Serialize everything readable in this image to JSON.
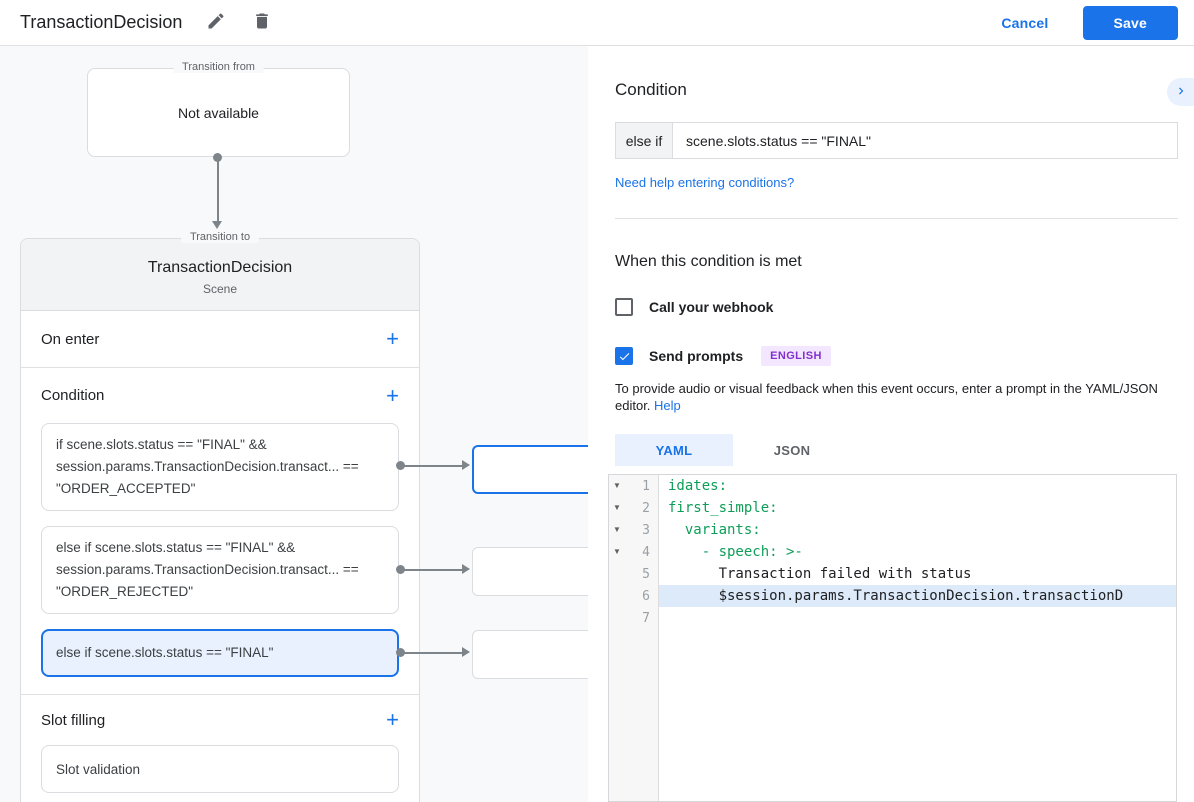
{
  "colors": {
    "accent": "#1a73e8",
    "selected_card_bg": "#e8f1fd",
    "badge_bg": "#f2e7fe",
    "badge_text": "#8430ce",
    "yaml_key_green": "#0f9d58",
    "highlight_line_bg": "#dceafa",
    "canvas_bg": "#f8f9fa"
  },
  "topbar": {
    "title": "TransactionDecision",
    "edit_icon": "pencil-icon",
    "delete_icon": "trash-icon",
    "cancel_label": "Cancel",
    "save_label": "Save"
  },
  "canvas": {
    "transition_from": {
      "label": "Transition from",
      "value": "Not available"
    },
    "transition_to": {
      "label": "Transition to",
      "title": "TransactionDecision",
      "subtitle": "Scene",
      "on_enter": {
        "label": "On enter",
        "add_label": "+"
      },
      "condition": {
        "label": "Condition",
        "add_label": "+",
        "cards": [
          {
            "text": "if scene.slots.status == \"FINAL\" && session.params.TransactionDecision.transact... == \"ORDER_ACCEPTED\"",
            "selected": false
          },
          {
            "text": "else if scene.slots.status == \"FINAL\" && session.params.TransactionDecision.transact... == \"ORDER_REJECTED\"",
            "selected": false
          },
          {
            "text": "else if scene.slots.status == \"FINAL\"",
            "selected": true
          }
        ]
      },
      "slot_filling": {
        "label": "Slot filling",
        "add_label": "+",
        "card": "Slot validation"
      }
    }
  },
  "panel": {
    "title": "Condition",
    "collapse_icon": "chevron-right-icon",
    "condition_row": {
      "prefix": "else if",
      "value": "scene.slots.status == \"FINAL\""
    },
    "help_link": "Need help entering conditions?",
    "when_title": "When this condition is met",
    "webhook": {
      "label": "Call your webhook",
      "checked": false
    },
    "send_prompts": {
      "label": "Send prompts",
      "badge": "ENGLISH",
      "checked": true
    },
    "description": "To provide audio or visual feedback when this event occurs, enter a prompt in the YAML/JSON editor. ",
    "description_link": "Help",
    "tabs": [
      {
        "label": "YAML",
        "active": true
      },
      {
        "label": "JSON",
        "active": false
      }
    ],
    "editor": {
      "lines": [
        {
          "n": "1",
          "fold": true,
          "hl": false,
          "cls": "key",
          "text": "idates:"
        },
        {
          "n": "2",
          "fold": true,
          "hl": false,
          "cls": "key",
          "text": "first_simple:"
        },
        {
          "n": "3",
          "fold": true,
          "hl": false,
          "cls": "key",
          "text": "  variants:"
        },
        {
          "n": "4",
          "fold": true,
          "hl": false,
          "cls": "key",
          "text": "    - speech: >-"
        },
        {
          "n": "5",
          "fold": false,
          "hl": false,
          "cls": "plain",
          "text": "      Transaction failed with status"
        },
        {
          "n": "6",
          "fold": false,
          "hl": true,
          "cls": "plain",
          "text": "      $session.params.TransactionDecision.transactionD"
        },
        {
          "n": "7",
          "fold": false,
          "hl": false,
          "cls": "plain",
          "text": ""
        }
      ]
    }
  }
}
